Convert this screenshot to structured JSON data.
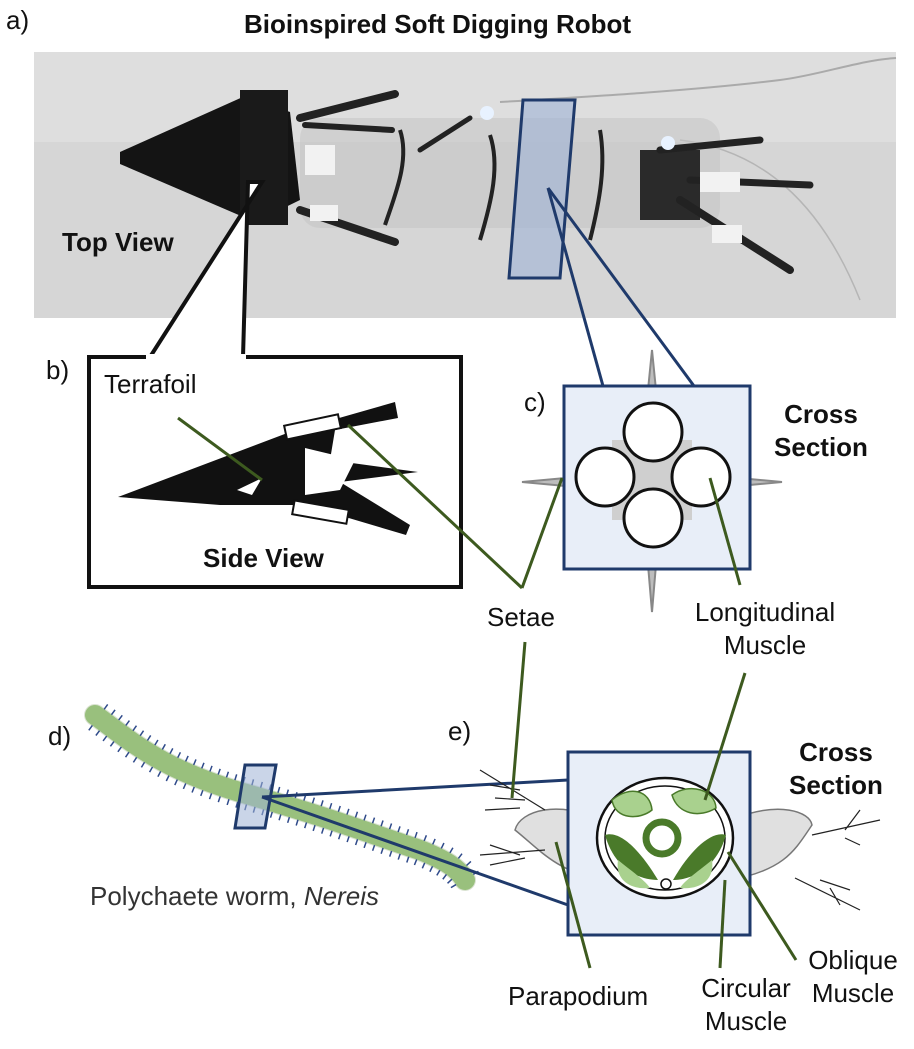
{
  "panel_labels": {
    "a": "a)",
    "b": "b)",
    "c": "c)",
    "d": "d)",
    "e": "e)"
  },
  "title": "Bioinspired Soft Digging Robot",
  "top_view_label": "Top View",
  "terrafoil_label": "Terrafoil",
  "side_view_label": "Side View",
  "cross_section_robot": [
    "Cross",
    "Section"
  ],
  "cross_section_worm": [
    "Cross",
    "Section"
  ],
  "setae_label": "Setae",
  "longitudinal_muscle": [
    "Longitudinal",
    "Muscle"
  ],
  "worm_caption_text": "Polychaete worm, ",
  "worm_caption_genus": "Nereis",
  "parapodium_label": "Parapodium",
  "circular_muscle": [
    "Circular",
    "Muscle"
  ],
  "oblique_muscle": [
    "Oblique",
    "Muscle"
  ],
  "colors": {
    "navy": "#1f3a6b",
    "leader_green": "#3d5a1f",
    "worm_green": "#a9d18e",
    "worm_dark_green": "#4a7a2a",
    "box_fill": "#e8eef8",
    "photo_bg": "#d8d8d8"
  }
}
